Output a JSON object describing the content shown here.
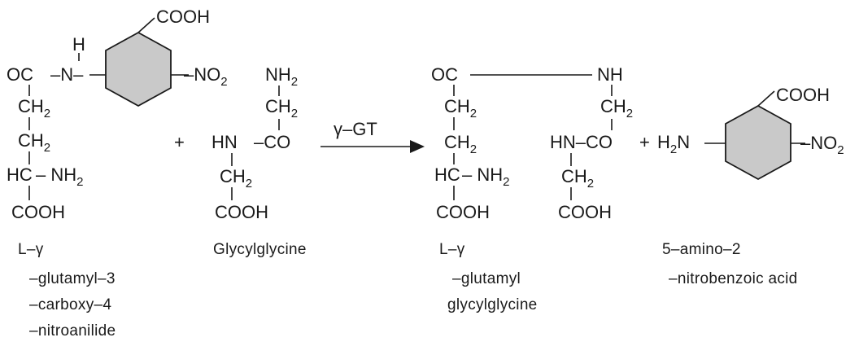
{
  "reactant1": {
    "ring_cooh": "COOH",
    "h": "H",
    "oc": "OC",
    "n": "–N–",
    "no2": "–NO",
    "no2_sub": "2",
    "ch2a": "CH",
    "ch2a_sub": "2",
    "ch2b": "CH",
    "ch2b_sub": "2",
    "hc": "HC",
    "nh2": "– NH",
    "nh2_sub": "2",
    "cooh": "COOH",
    "name_lines": [
      "L–γ",
      "–glutamyl–3",
      "–carboxy–4",
      "–nitroanilide"
    ]
  },
  "plus1": "+",
  "reactant2": {
    "nh2": "NH",
    "nh2_sub": "2",
    "ch2a": "CH",
    "ch2a_sub": "2",
    "hn": "HN",
    "co": "–CO",
    "ch2b": "CH",
    "ch2b_sub": "2",
    "cooh": "COOH",
    "name": "Glycylglycine"
  },
  "arrow": {
    "enzyme": "γ–GT"
  },
  "product1": {
    "oc": "OC",
    "nh": "NH",
    "ch2a": "CH",
    "ch2a_sub": "2",
    "ch2b": "CH",
    "ch2b_sub": "2",
    "ch2c": "CH",
    "ch2c_sub": "2",
    "hc": "HC",
    "nh2": "– NH",
    "nh2_sub": "2",
    "hnco": "HN–CO",
    "ch2d": "CH",
    "ch2d_sub": "2",
    "cooh1": "COOH",
    "cooh2": "COOH",
    "name_lines": [
      "L–γ",
      "–glutamyl",
      "glycylglycine"
    ]
  },
  "plus2": "+",
  "product2": {
    "h2n": "H",
    "h2n_sub": "2",
    "h2n_end": "N",
    "cooh": "COOH",
    "no2": "–NO",
    "no2_sub": "2",
    "name_lines": [
      "5–amino–2",
      "–nitrobenzoic acid"
    ]
  }
}
